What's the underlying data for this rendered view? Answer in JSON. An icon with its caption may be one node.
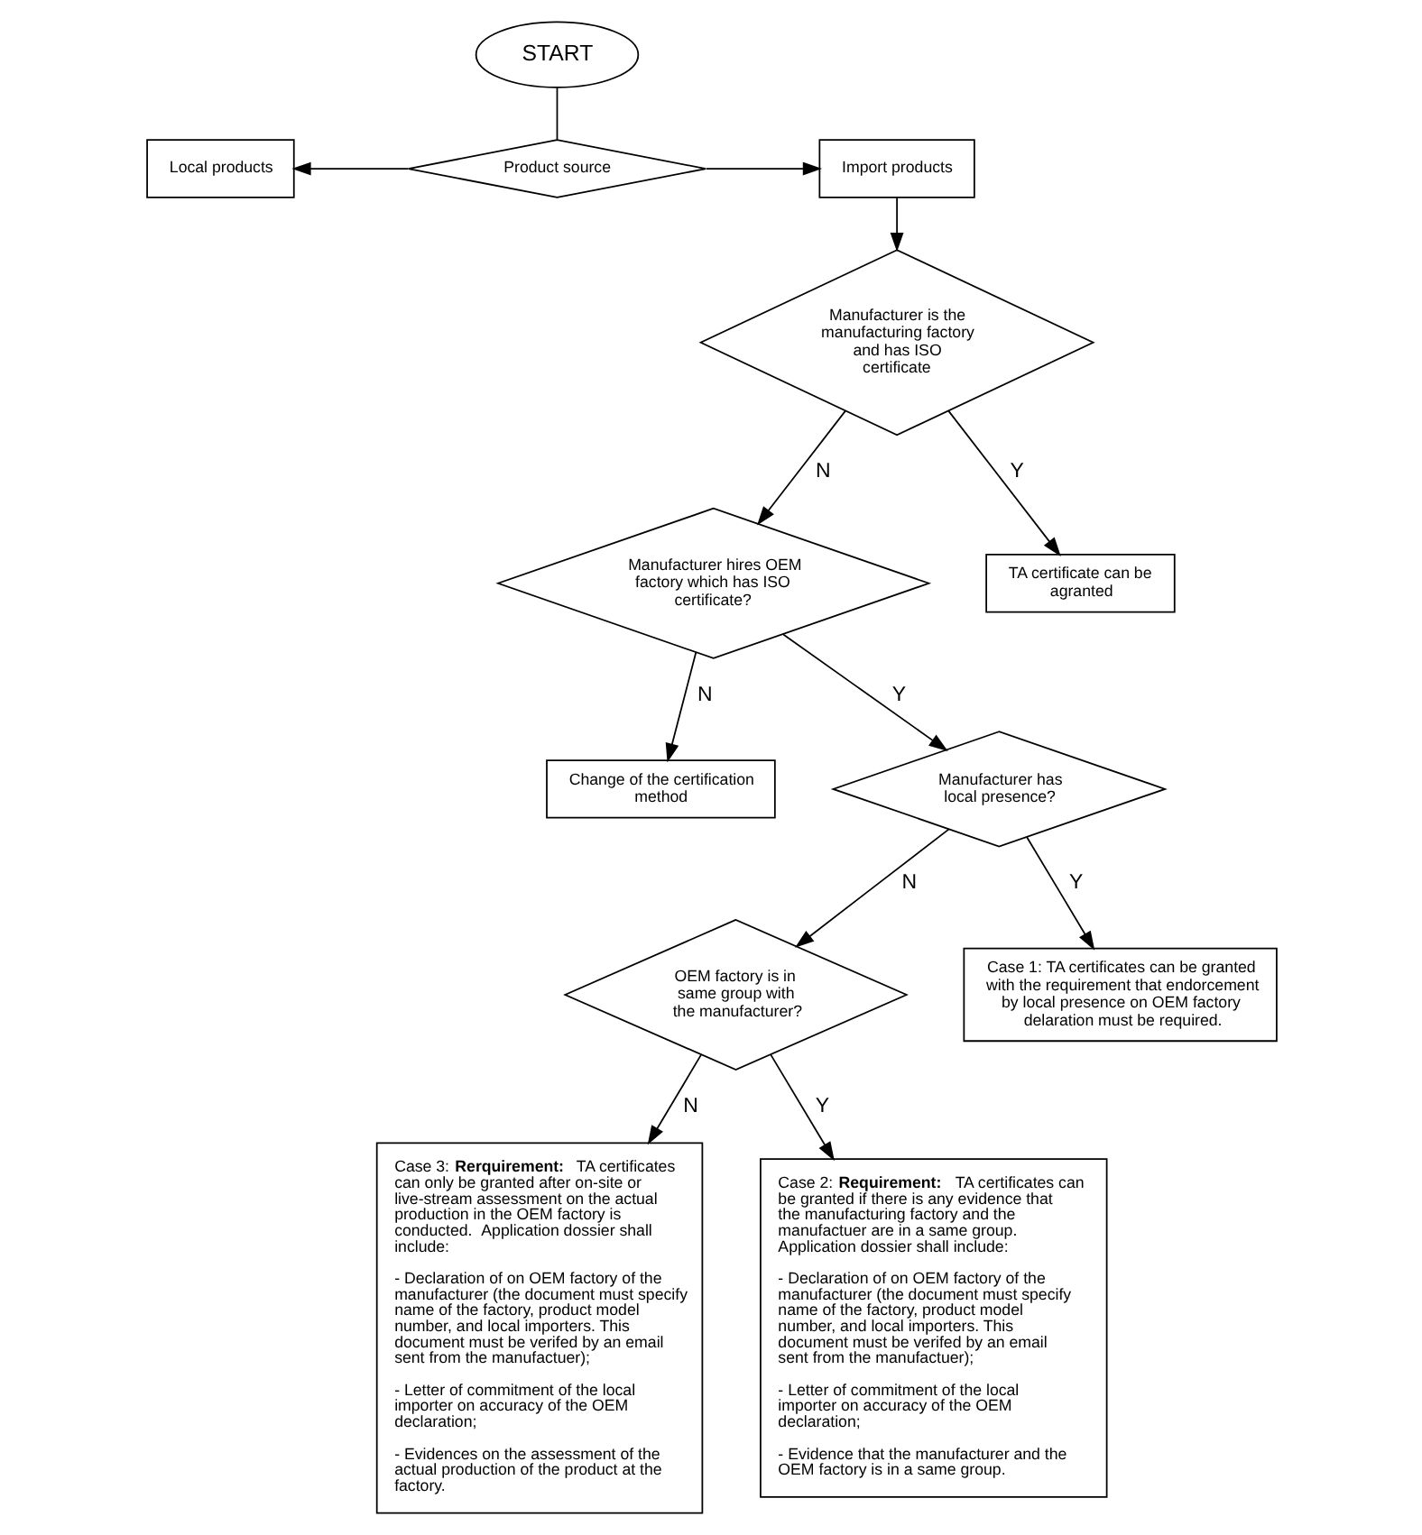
{
  "diagram": {
    "nodes": [
      {
        "text": [
          "START"
        ]
      },
      {
        "text": [
          "Product source"
        ]
      },
      {
        "text": [
          "Local products"
        ]
      },
      {
        "text": [
          "Import products"
        ]
      },
      {
        "text": [
          "Manufacturer is the manufacturing factory and has ISO certificate"
        ]
      },
      {
        "text": [
          "TA certificate can be agranted"
        ]
      },
      {
        "text": [
          "Manufacturer hires OEM factory which has ISO certificate?"
        ]
      },
      {
        "text": [
          "Change of the certification method"
        ]
      },
      {
        "text": [
          "Manufacturer has local presence?"
        ]
      },
      {
        "text": [
          "Case 1: TA certificates can be granted with the requirement that endorcement by local presence on OEM factory delaration must be required."
        ]
      },
      {
        "text": [
          "OEM factory is in same group with the manufacturer?"
        ]
      },
      {
        "text": [
          "Case 3: **Rerquirement:** TA certificates can only be granted after on-site or live-stream assessment on the actual production in the OEM factory is conducted.  Application dossier shall include:",
          "- Declaration of on OEM factory of the manufacturer (the document must specify name of the factory, product model number, and local importers. This document must be verifed by an email sent from the manufactuer);",
          "- Letter of commitment of the local importer on accuracy of the OEM declaration;",
          "- Evidences on the assessment of the actual production of the product at the factory."
        ]
      },
      {
        "text": [
          "Case 2: **Requirement:** TA certificates can be granted if there is any evidence that the manufacturing factory and the manufactuer are in a same group. Application dossier shall include:",
          "- Declaration of on OEM factory of the manufacturer (the document must specify name of the factory, product model number, and local importers. This document must be verifed by an email sent from the manufactuer);",
          "- Letter of commitment of the local importer on accuracy of the OEM declaration;",
          "- Evidence that the manufacturer and the OEM factory is in a same group."
        ]
      }
    ],
    "edges": [
      {
        "from": 0,
        "to": 1,
        "arrow": "none"
      },
      {
        "from": 1,
        "to": 2,
        "arrow": "to"
      },
      {
        "from": 1,
        "to": 3,
        "arrow": "to"
      },
      {
        "from": 3,
        "to": 4,
        "arrow": "to"
      },
      {
        "from": 4,
        "to": 6,
        "arrow": "to",
        "label": "N"
      },
      {
        "from": 4,
        "to": 5,
        "arrow": "to",
        "label": "Y"
      },
      {
        "from": 6,
        "to": 7,
        "arrow": "to",
        "label": "N"
      },
      {
        "from": 6,
        "to": 8,
        "arrow": "to",
        "label": "Y"
      },
      {
        "from": 8,
        "to": 10,
        "arrow": "to",
        "label": "N"
      },
      {
        "from": 8,
        "to": 9,
        "arrow": "to",
        "label": "Y"
      },
      {
        "from": 10,
        "to": 11,
        "arrow": "to",
        "label": "N"
      },
      {
        "from": 10,
        "to": 12,
        "arrow": "to",
        "label": "Y"
      }
    ]
  }
}
